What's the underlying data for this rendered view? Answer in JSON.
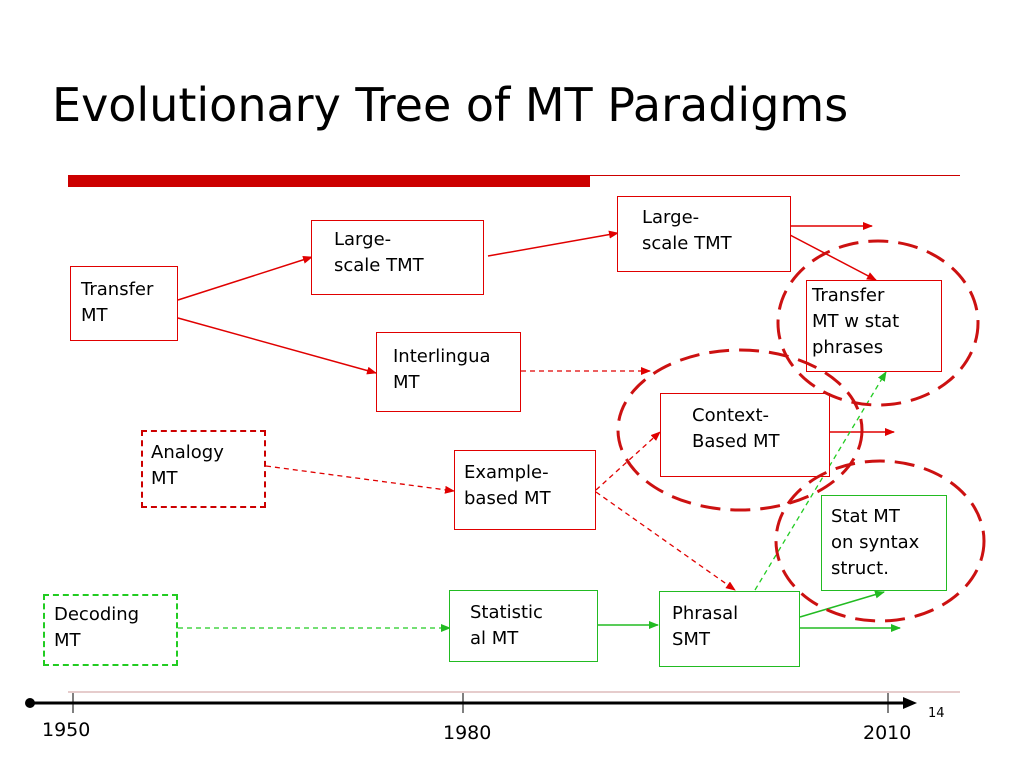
{
  "title": "Evolutionary Tree of MT Paradigms",
  "colors": {
    "accent": "#cc0000",
    "green": "#22bb22"
  },
  "nodes": {
    "transfer_mt": "Transfer\nMT",
    "large_tmt_1": "Large-\nscale TMT",
    "large_tmt_2": "Large-\nscale TMT",
    "interlingua_mt": "Interlingua\nMT",
    "analogy_mt": "Analogy\nMT",
    "example_mt": "Example-\nbased MT",
    "context_mt": "Context-\nBased MT",
    "transfer_stat": "Transfer\nMT w stat\nphrases",
    "stat_syntax": "Stat  MT\non  syntax\nstruct.",
    "decoding_mt": "Decoding\nMT",
    "statistical_mt": "Statistic\nal MT",
    "phrasal_smt": "Phrasal\nSMT"
  },
  "timeline": {
    "y1950": "1950",
    "y1980": "1980",
    "y2010": "2010"
  },
  "page_number": "14"
}
